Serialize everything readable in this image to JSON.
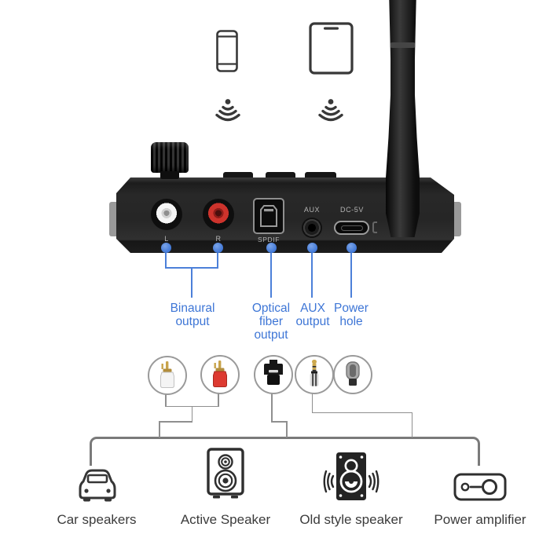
{
  "sources": {
    "phone_icon": "smartphone",
    "tablet_icon": "tablet",
    "signal_icon": "wireless-signal"
  },
  "device": {
    "name": "bluetooth-audio-receiver",
    "port_labels": {
      "left": "L",
      "right": "R",
      "spdif": "SPDIF",
      "aux": "AUX",
      "power": "DC-5V"
    }
  },
  "callouts": {
    "binaural": {
      "lines": [
        "Binaural",
        "output"
      ]
    },
    "optical": {
      "lines": [
        "Optical",
        "fiber",
        "output"
      ]
    },
    "aux": {
      "lines": [
        "AUX",
        "output"
      ]
    },
    "power": {
      "lines": [
        "Power",
        "hole"
      ]
    }
  },
  "connectors": [
    "white-rca-plug",
    "red-rca-plug",
    "optical-toslink-plug",
    "aux-3-5mm-plug",
    "usb-c-plug"
  ],
  "outputs": {
    "car": "Car speakers",
    "active": "Active Speaker",
    "old": "Old style speaker",
    "amp": "Power amplifier"
  },
  "colors": {
    "accent_blue": "#3e76d6",
    "line_gray": "#8f8f8f",
    "icon_dark": "#363636",
    "rca_red": "#cd332c"
  }
}
